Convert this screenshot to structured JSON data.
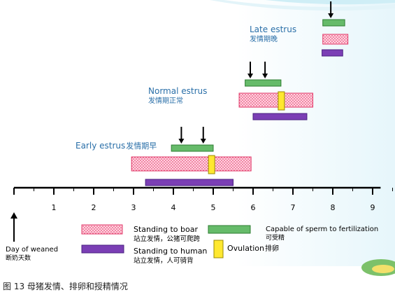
{
  "stages": [
    {
      "label_en": "Late estrus",
      "label_zh": "发情期晚",
      "boar_days": [
        7.75,
        8.3
      ],
      "arrow_days": [
        7.95
      ],
      "human_days": [
        7.75,
        8.38
      ],
      "sperm_days": [
        7.73,
        8.25
      ],
      "ovulation_day": null
    },
    {
      "label_en": "Normal estrus",
      "label_zh": "发情期正常",
      "boar_days": [
        5.8,
        6.7
      ],
      "arrow_days": [
        5.93,
        6.3
      ],
      "human_days": [
        5.65,
        7.5
      ],
      "sperm_days": [
        6.0,
        7.35
      ],
      "ovulation_day": 6.7
    },
    {
      "label_en": "Early estrus",
      "label_zh": "发情期早",
      "boar_days": [
        3.95,
        5.0
      ],
      "arrow_days": [
        4.2,
        4.75
      ],
      "human_days": [
        2.95,
        5.95
      ],
      "sperm_days": [
        3.3,
        5.5
      ],
      "ovulation_day": 4.95
    }
  ],
  "axis": {
    "ticks": [
      "1",
      "2",
      "3",
      "4",
      "5",
      "6",
      "7",
      "8",
      "9"
    ],
    "range": [
      0,
      9.2
    ]
  },
  "start_label_en": "Day of weaned",
  "start_label_zh": "断奶天数",
  "legend": {
    "human_en": "Standing to boar",
    "human_zh": "站立发情，公猪可爬跨",
    "sperm_en": "Standing to human",
    "sperm_zh": "站立发情，人可骑背",
    "boar_en": "Capable of sperm to fertilization",
    "boar_zh": "可受精",
    "ovulation_en": "Ovulation",
    "ovulation_zh": "排卵"
  },
  "caption": "图 13 母猪发情、排卵和授精情况",
  "colors": {
    "standing_boar": "#ffc8d8",
    "standing_boar_border": "#e23a6a",
    "standing_human": "#7b3fb5",
    "capable_sperm": "#66bb6a",
    "ovulation": "#ffe830",
    "label": "#2a6fa8",
    "background_top": "#eef8fb"
  }
}
